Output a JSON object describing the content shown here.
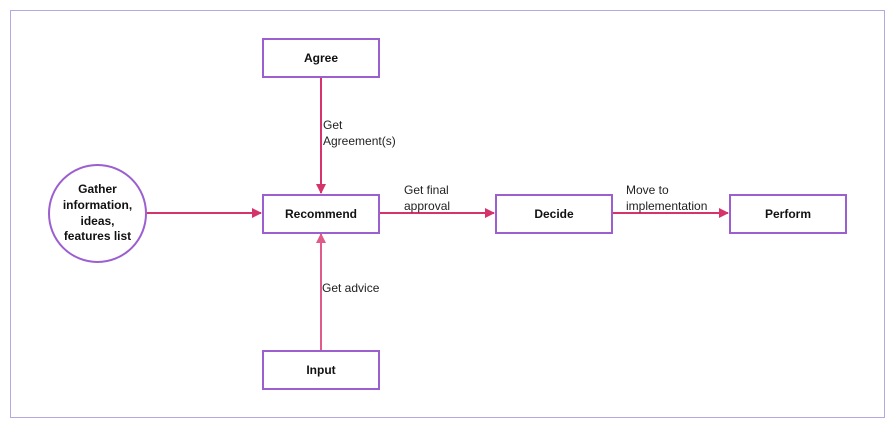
{
  "nodes": {
    "gather": "Gather information, ideas, features list",
    "agree": "Agree",
    "recommend": "Recommend",
    "input": "Input",
    "decide": "Decide",
    "perform": "Perform"
  },
  "edges": {
    "agree_to_recommend": "Get Agreement(s)",
    "input_to_recommend": "Get advice",
    "recommend_to_decide": "Get final approval",
    "decide_to_perform": "Move to implementation"
  },
  "colors": {
    "node_border": "#9b5fd0",
    "arrow": "#d6336c",
    "arrow_light": "#e05b8a",
    "frame_border": "#b6a7e0"
  }
}
